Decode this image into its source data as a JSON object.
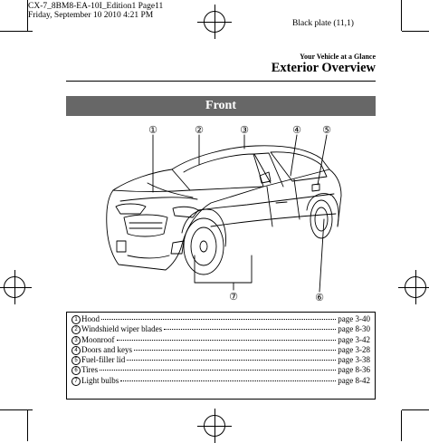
{
  "print_info": {
    "line1": "CX-7_8BM8-EA-10I_Edition1 Page11",
    "line2": "Friday, September 10 2010 4:21 PM"
  },
  "plate_label": "Black plate (11,1)",
  "header": {
    "section_label": "Your Vehicle at a Glance",
    "title": "Exterior Overview"
  },
  "view_label": "Front",
  "callouts": [
    "①",
    "②",
    "③",
    "④",
    "⑤",
    "⑥",
    "⑦"
  ],
  "index": [
    {
      "num": "1",
      "label": "Hood",
      "page": "page 3-40"
    },
    {
      "num": "2",
      "label": "Windshield wiper blades",
      "page": "page 8-30"
    },
    {
      "num": "3",
      "label": "Moonroof",
      "page": "page 3-42"
    },
    {
      "num": "4",
      "label": "Doors and keys",
      "page": "page 3-28"
    },
    {
      "num": "5",
      "label": "Fuel-filler lid",
      "page": "page 3-38"
    },
    {
      "num": "6",
      "label": "Tires",
      "page": "page 8-36"
    },
    {
      "num": "7",
      "label": "Light bulbs",
      "page": "page 8-42"
    }
  ]
}
